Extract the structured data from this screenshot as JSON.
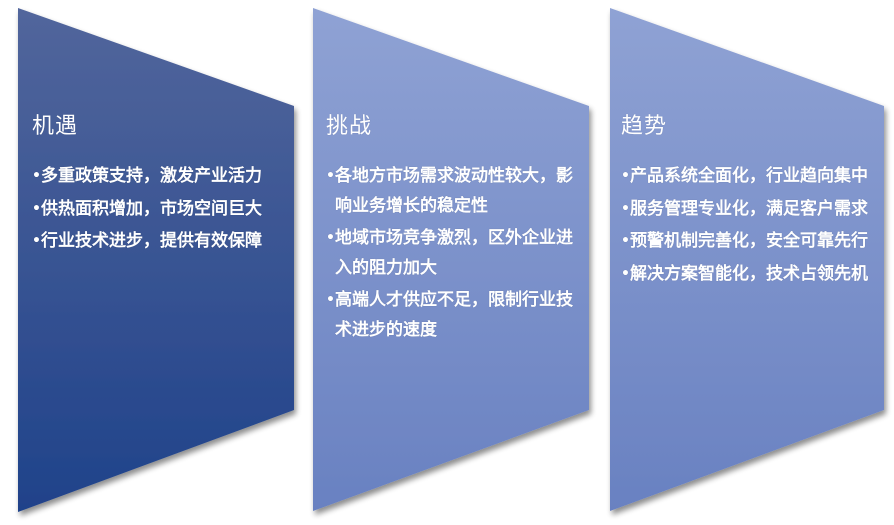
{
  "colors": {
    "panel1_top": "#52669c",
    "panel1_bottom": "#1f428a",
    "panel2_top": "#8fa2d4",
    "panel2_bottom": "#6981c1",
    "panel3_top": "#8fa2d4",
    "panel3_bottom": "#6981c1",
    "text": "#ffffff",
    "background": "#ffffff"
  },
  "bullet_glyph": "•",
  "panels": [
    {
      "title": "机遇",
      "items": [
        "多重政策支持，激发产业活力",
        "供热面积增加，市场空间巨大",
        "行业技术进步，提供有效保障"
      ]
    },
    {
      "title": "挑战",
      "items": [
        "各地方市场需求波动性较大，影响业务增长的稳定性",
        "地域市场竞争激烈，区外企业进入的阻力加大",
        "高端人才供应不足，限制行业技术进步的速度"
      ]
    },
    {
      "title": "趋势",
      "items": [
        "产品系统全面化，行业趋向集中",
        "服务管理专业化，满足客户需求",
        "预警机制完善化，安全可靠先行",
        "解决方案智能化，技术占领先机"
      ]
    }
  ]
}
